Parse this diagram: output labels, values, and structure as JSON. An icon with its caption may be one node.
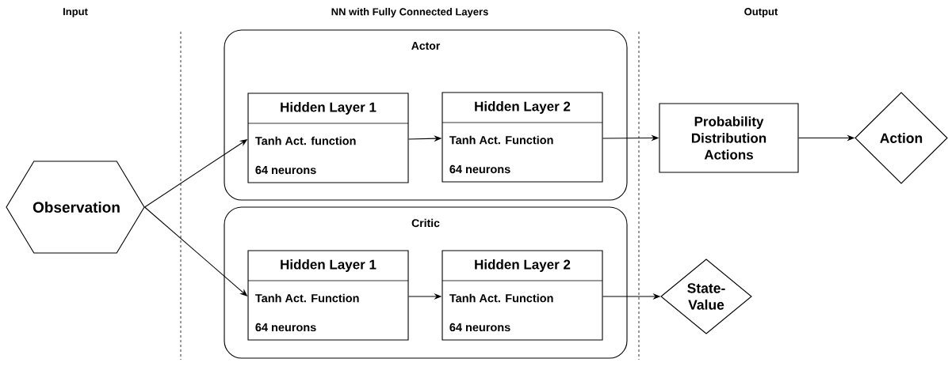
{
  "diagram": {
    "nodes": [
      {
        "text": [
          "Observation"
        ]
      },
      {
        "text": [
          "Actor"
        ]
      },
      {
        "text": [
          "Hidden Layer 1",
          "Tanh Act. function",
          "64 neurons"
        ],
        "in": 1
      },
      {
        "text": [
          "Hidden Layer 2",
          "Tanh Act. Function",
          "64 neurons"
        ],
        "in": 1
      },
      {
        "text": [
          "Critic"
        ]
      },
      {
        "text": [
          "Hidden Layer 1",
          "Tanh Act. Function",
          "64 neurons"
        ],
        "in": 4
      },
      {
        "text": [
          "Hidden Layer 2",
          "Tanh Act. Function",
          "64 neurons"
        ],
        "in": 4
      },
      {
        "text": [
          "Probability Distribution Actions"
        ]
      },
      {
        "text": [
          "Action"
        ]
      },
      {
        "text": [
          "State-Value"
        ]
      }
    ],
    "edges": [
      {
        "from": 0,
        "to": 2,
        "arrow": "to"
      },
      {
        "from": 0,
        "to": 5,
        "arrow": "to"
      },
      {
        "from": 2,
        "to": 3,
        "arrow": "to"
      },
      {
        "from": 3,
        "to": 7,
        "arrow": "to"
      },
      {
        "from": 7,
        "to": 8,
        "arrow": "to"
      },
      {
        "from": 5,
        "to": 6,
        "arrow": "to"
      },
      {
        "from": 6,
        "to": 9,
        "arrow": "to"
      }
    ],
    "labels": [
      "Input",
      "NN with Fully Connected Layers",
      "Output"
    ]
  }
}
